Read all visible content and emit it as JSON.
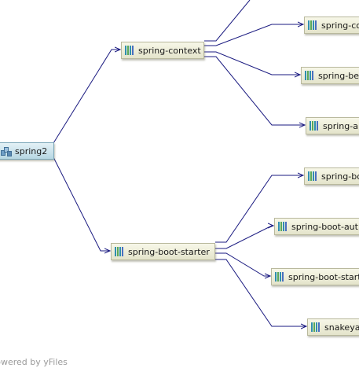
{
  "graph": {
    "root": {
      "label": "spring2",
      "icon": "module-icon"
    },
    "nodes": [
      {
        "label": "spring-context",
        "icon": "library-icon"
      },
      {
        "label": "spring-boot-starter",
        "icon": "library-icon"
      },
      {
        "label": "spring-co",
        "icon": "library-icon"
      },
      {
        "label": "spring-be",
        "icon": "library-icon"
      },
      {
        "label": "spring-a",
        "icon": "library-icon"
      },
      {
        "label": "spring-bo",
        "icon": "library-icon"
      },
      {
        "label": "spring-boot-aut",
        "icon": "library-icon"
      },
      {
        "label": "spring-boot-start",
        "icon": "library-icon"
      },
      {
        "label": "snakeya",
        "icon": "library-icon"
      }
    ],
    "edge_color": "#1a1a80"
  },
  "watermark": "Powered by yFiles"
}
